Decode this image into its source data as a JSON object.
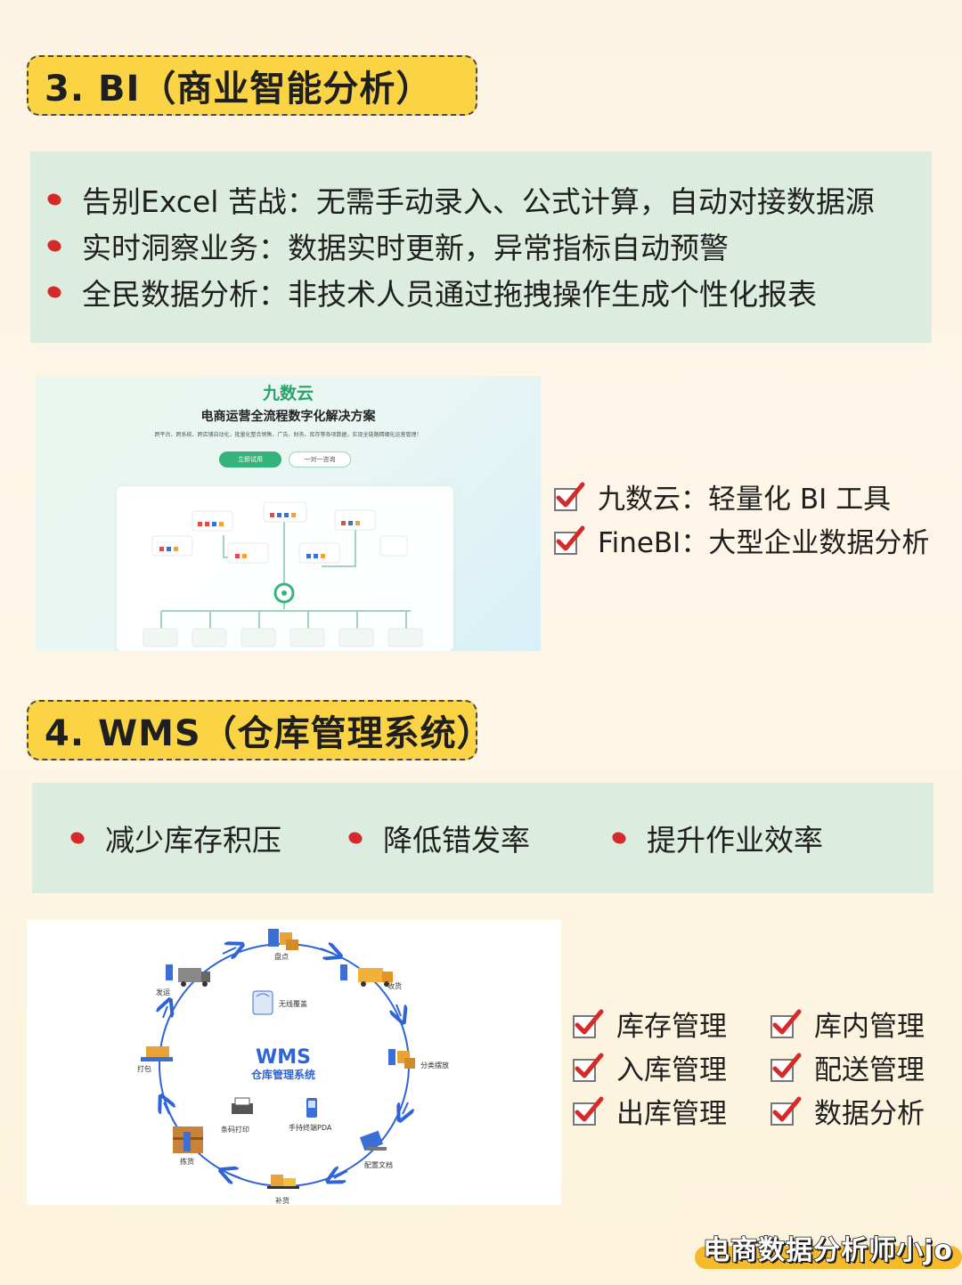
{
  "section3": {
    "title": "3. BI（商业智能分析）",
    "bullets": [
      "告别Excel 苦战：无需手动录入、公式计算，自动对接数据源",
      "实时洞察业务：数据实时更新，异常指标自动预警",
      "全民数据分析：非技术人员通过拖拽操作生成个性化报表"
    ],
    "screenshot": {
      "brand": "九数云",
      "headline": "电商运营全流程数字化解决方案",
      "subline": "跨平台、跨系统、跨店铺自动化，批量化整合销售、广告、财务、库存等各项数据，实现全链路精细化运营管理！",
      "primary_button": "立即试用",
      "secondary_button": "一对一咨询"
    },
    "tools": [
      "九数云：轻量化 BI 工具",
      "FineBI：大型企业数据分析"
    ]
  },
  "section4": {
    "title": "4. WMS（仓库管理系统）",
    "benefits": [
      "减少库存积压",
      "降低错发率",
      "提升作业效率"
    ],
    "diagram": {
      "center_title": "WMS",
      "center_subtitle": "仓库管理系统",
      "nodes": [
        "盘点",
        "收货",
        "分类摆放",
        "配置文档",
        "补货",
        "拣货",
        "打包",
        "发运"
      ],
      "inner": [
        "无线覆盖",
        "条码打印",
        "手持终端PDA"
      ]
    },
    "features": [
      "库存管理",
      "库内管理",
      "入库管理",
      "配送管理",
      "出库管理",
      "数据分析"
    ]
  },
  "watermark": "电商数据分析师小jo",
  "colors": {
    "title_bg": "#fbd445",
    "box_bg": "#dcecdf",
    "bullet": "#d42a2a",
    "check": "#d42a2a",
    "wms_blue": "#2f64d6"
  }
}
